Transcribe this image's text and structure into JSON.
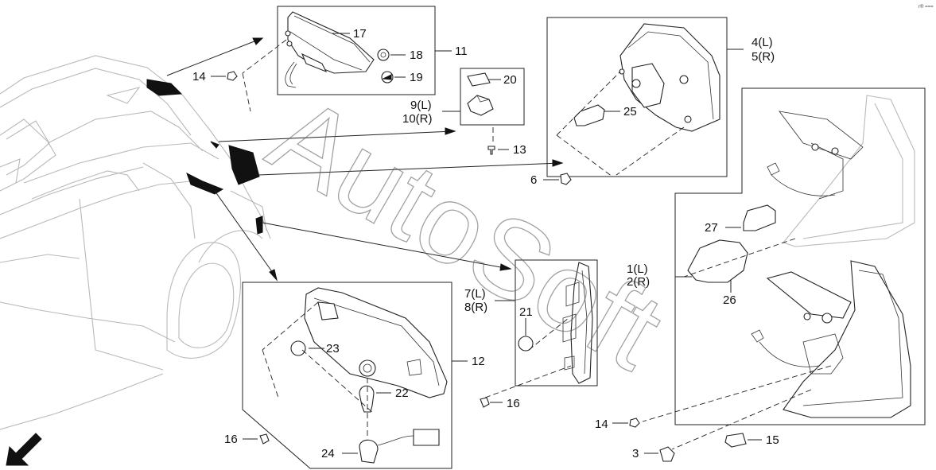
{
  "diagram": {
    "watermark": "AutoSoft",
    "corner_mark": "r® ===",
    "callouts": [
      {
        "id": "c1",
        "text": "1(L)"
      },
      {
        "id": "c2",
        "text": "2(R)"
      },
      {
        "id": "c3",
        "text": "3"
      },
      {
        "id": "c4",
        "text": "4(L)"
      },
      {
        "id": "c5",
        "text": "5(R)"
      },
      {
        "id": "c6",
        "text": "6"
      },
      {
        "id": "c7",
        "text": "7(L)"
      },
      {
        "id": "c8",
        "text": "8(R)"
      },
      {
        "id": "c9",
        "text": "9(L)"
      },
      {
        "id": "c10",
        "text": "10(R)"
      },
      {
        "id": "c11",
        "text": "11"
      },
      {
        "id": "c12",
        "text": "12"
      },
      {
        "id": "c13",
        "text": "13"
      },
      {
        "id": "c14a",
        "text": "14"
      },
      {
        "id": "c14b",
        "text": "14"
      },
      {
        "id": "c15",
        "text": "15"
      },
      {
        "id": "c16a",
        "text": "16"
      },
      {
        "id": "c16b",
        "text": "16"
      },
      {
        "id": "c17",
        "text": "17"
      },
      {
        "id": "c18",
        "text": "18"
      },
      {
        "id": "c19",
        "text": "19"
      },
      {
        "id": "c20",
        "text": "20"
      },
      {
        "id": "c21",
        "text": "21"
      },
      {
        "id": "c22",
        "text": "22"
      },
      {
        "id": "c23",
        "text": "23"
      },
      {
        "id": "c24",
        "text": "24"
      },
      {
        "id": "c25",
        "text": "25"
      },
      {
        "id": "c26",
        "text": "26"
      },
      {
        "id": "c27",
        "text": "27"
      }
    ]
  }
}
